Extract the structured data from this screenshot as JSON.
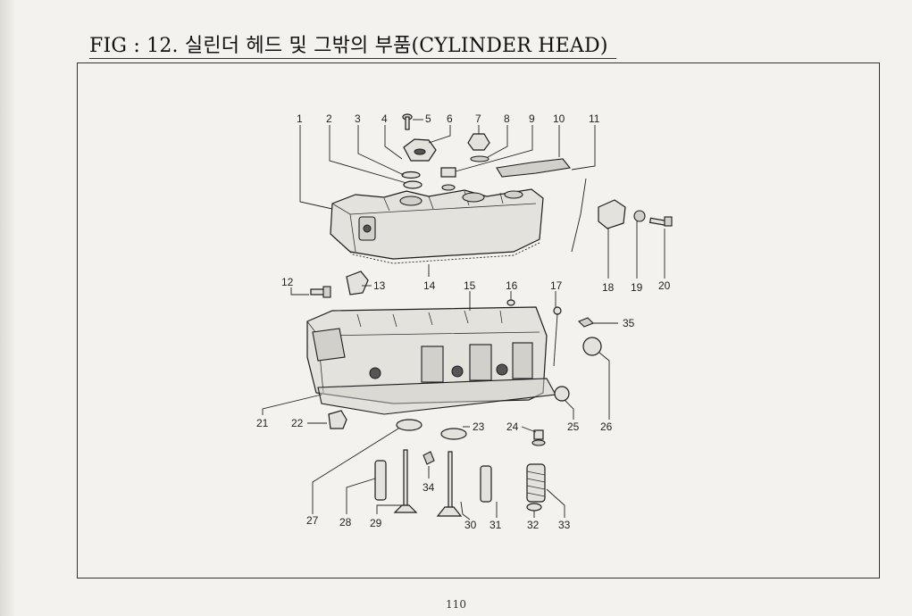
{
  "title": "FIG : 12. 실린더 헤드 및 그밖의 부품(CYLINDER HEAD)",
  "page_number": "110",
  "callouts": [
    "1",
    "2",
    "3",
    "4",
    "5",
    "6",
    "7",
    "8",
    "9",
    "10",
    "11",
    "12",
    "13",
    "14",
    "15",
    "16",
    "17",
    "18",
    "19",
    "20",
    "21",
    "22",
    "23",
    "24",
    "25",
    "26",
    "27",
    "28",
    "29",
    "30",
    "31",
    "32",
    "33",
    "34",
    "35"
  ]
}
